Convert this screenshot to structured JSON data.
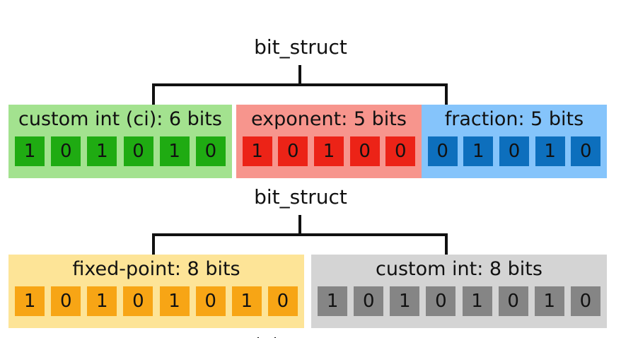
{
  "structs": [
    {
      "title": "bit_struct",
      "fields": [
        {
          "label": "custom int (ci): 6 bits",
          "bits": [
            "1",
            "0",
            "1",
            "0",
            "1",
            "0"
          ],
          "bg": "#a3e28f",
          "cell": "#1fab12"
        },
        {
          "label": "exponent: 5 bits",
          "bits": [
            "1",
            "0",
            "1",
            "0",
            "0"
          ],
          "bg": "#f7958d",
          "cell": "#ec2317"
        },
        {
          "label": "fraction: 5 bits",
          "bits": [
            "0",
            "1",
            "0",
            "1",
            "0"
          ],
          "bg": "#85c4fb",
          "cell": "#0d6fbd"
        }
      ]
    },
    {
      "title": "bit_struct",
      "fields": [
        {
          "label": "fixed-point: 8 bits",
          "bits": [
            "1",
            "0",
            "1",
            "0",
            "1",
            "0",
            "1",
            "0"
          ],
          "bg": "#fde497",
          "cell": "#f7a515"
        },
        {
          "label": "custom int: 8 bits",
          "bits": [
            "1",
            "0",
            "1",
            "0",
            "1",
            "0",
            "1",
            "0"
          ],
          "bg": "#d4d4d4",
          "cell": "#858585"
        }
      ]
    }
  ]
}
